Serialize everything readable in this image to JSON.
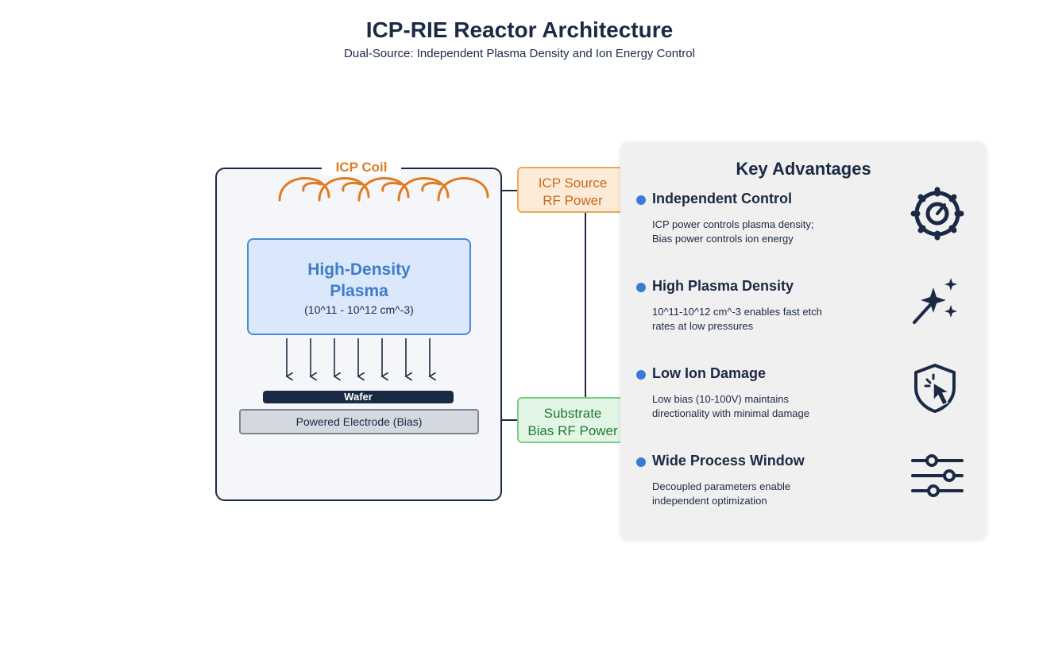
{
  "header": {
    "title": "ICP-RIE Reactor Architecture",
    "subtitle": "Dual-Source: Independent Plasma Density and Ion Energy Control"
  },
  "reactor": {
    "coil_label": "ICP Coil",
    "plasma_title_line1": "High-Density",
    "plasma_title_line2": "Plasma",
    "plasma_density": "(10^11 - 10^12 cm^-3)",
    "wafer_label": "Wafer",
    "electrode_label": "Powered Electrode (Bias)"
  },
  "sources": {
    "icp_line1": "ICP Source",
    "icp_line2": "RF Power",
    "bias_line1": "Substrate",
    "bias_line2": "Bias RF Power"
  },
  "advantages": {
    "title": "Key Advantages",
    "items": [
      {
        "title": "Independent Control",
        "desc_line1": "ICP power controls plasma density;",
        "desc_line2": "Bias power controls ion energy",
        "icon": "gear-gauge-icon"
      },
      {
        "title": "High Plasma Density",
        "desc_line1": "10^11-10^12 cm^-3 enables fast etch",
        "desc_line2": "rates at low pressures",
        "icon": "sparkle-star-icon"
      },
      {
        "title": "Low Ion Damage",
        "desc_line1": "Low bias (10-100V) maintains",
        "desc_line2": "directionality with minimal damage",
        "icon": "shield-cursor-icon"
      },
      {
        "title": "Wide Process Window",
        "desc_line1": "Decoupled parameters enable",
        "desc_line2": "independent optimization",
        "icon": "sliders-icon"
      }
    ]
  },
  "colors": {
    "navy": "#1b2a44",
    "accent_blue": "#3a7bd5",
    "coil_orange": "#e07b22",
    "bias_green": "#79cf86"
  }
}
